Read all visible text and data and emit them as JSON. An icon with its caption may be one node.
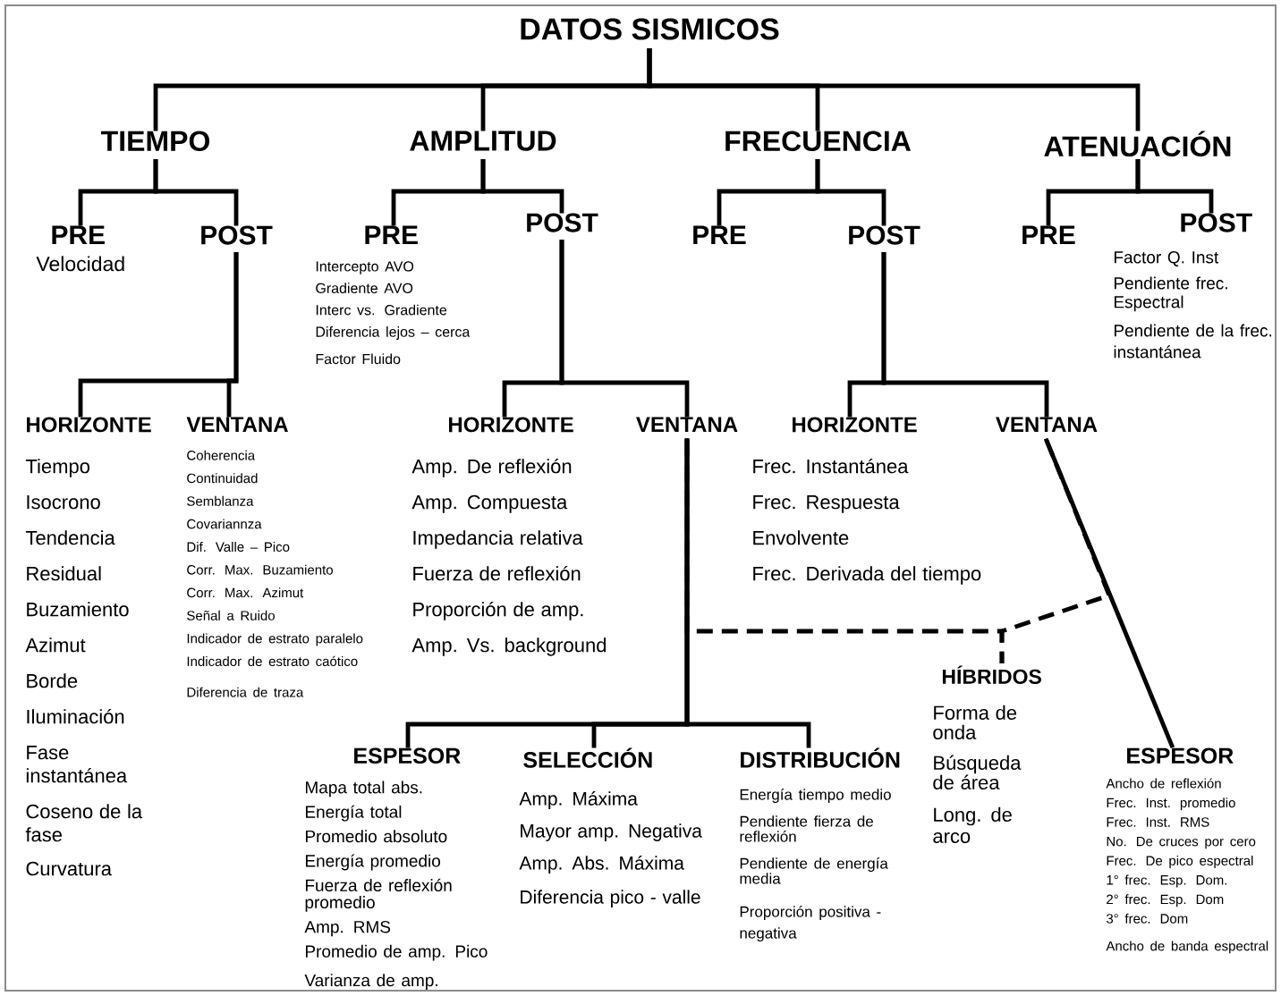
{
  "diagram": {
    "nodes": [
      {
        "text": [
          "DATOS SISMICOS"
        ]
      },
      {
        "text": [
          "TIEMPO"
        ]
      },
      {
        "text": [
          "AMPLITUD"
        ]
      },
      {
        "text": [
          "FRECUENCIA"
        ]
      },
      {
        "text": [
          "ATENUACIÓN"
        ]
      },
      {
        "text": [
          "PRE",
          "Velocidad"
        ]
      },
      {
        "text": [
          "POST"
        ]
      },
      {
        "text": [
          "PRE",
          "Intercepto AVO",
          "Gradiente AVO",
          "Interc vs. Gradiente",
          "Diferencia lejos – cerca",
          "Factor Fluido"
        ]
      },
      {
        "text": [
          "POST"
        ]
      },
      {
        "text": [
          "PRE"
        ]
      },
      {
        "text": [
          "POST"
        ]
      },
      {
        "text": [
          "PRE"
        ]
      },
      {
        "text": [
          "POST",
          "Factor Q. Inst",
          "Pendiente frec. Espectral",
          "Pendiente de la frec. instantánea"
        ]
      },
      {
        "text": [
          "HORIZONTE",
          "Tiempo",
          "Isocrono",
          "Tendencia",
          "Residual",
          "Buzamiento",
          "Azimut",
          "Borde",
          "Iluminación",
          "Fase instantánea",
          "Coseno de la fase",
          "Curvatura"
        ]
      },
      {
        "text": [
          "VENTANA",
          "Coherencia",
          "Continuidad",
          "Semblanza",
          "Covariannza",
          "Dif. Valle – Pico",
          "Corr. Max. Buzamiento",
          "Corr. Max. Azimut",
          "Señal a Ruido",
          "Indicador de estrato paralelo",
          "Indicador de estrato caótico",
          "Diferencia de traza"
        ]
      },
      {
        "text": [
          "HORIZONTE",
          "Amp. De reflexión",
          "Amp. Compuesta",
          "Impedancia relativa",
          "Fuerza de reflexión",
          "Proporción de amp.",
          "Amp. Vs. background"
        ]
      },
      {
        "text": [
          "VENTANA"
        ]
      },
      {
        "text": [
          "HORIZONTE",
          "Frec. Instantánea",
          "Frec. Respuesta",
          "Envolvente",
          "Frec. Derivada del tiempo"
        ]
      },
      {
        "text": [
          "VENTANA"
        ]
      },
      {
        "text": [
          "HÍBRIDOS",
          "Forma de onda",
          "Búsqueda de área",
          "Long. de arco"
        ]
      },
      {
        "text": [
          "ESPESOR",
          "Mapa total abs.",
          "Energía total",
          "Promedio absoluto",
          "Energía promedio",
          "Fuerza de reflexión promedio",
          "Amp. RMS",
          "Promedio de amp. Pico",
          "Varianza de amp."
        ]
      },
      {
        "text": [
          "SELECCIÓN",
          "Amp. Máxima",
          "Mayor amp. Negativa",
          "Amp. Abs. Máxima",
          "Diferencia pico - valle"
        ]
      },
      {
        "text": [
          "DISTRIBUCIÓN",
          "Energía tiempo medio",
          "Pendiente fierza de reflexión",
          "Pendiente de energía media",
          "Proporción positiva - negativa"
        ]
      },
      {
        "text": [
          "ESPESOR",
          "Ancho de reflexión",
          "Frec. Inst. promedio",
          "Frec. Inst. RMS",
          "No. De cruces por cero",
          "Frec. De pico espectral",
          "1° frec. Esp. Dom.",
          "2° frec. Esp. Dom",
          "3° frec. Dom",
          "Ancho de banda espectral"
        ]
      }
    ],
    "edges": [
      {
        "from": 0,
        "to": 1,
        "arrow": "none"
      },
      {
        "from": 0,
        "to": 2,
        "arrow": "none"
      },
      {
        "from": 0,
        "to": 3,
        "arrow": "none"
      },
      {
        "from": 0,
        "to": 4,
        "arrow": "none"
      },
      {
        "from": 1,
        "to": 5,
        "arrow": "none"
      },
      {
        "from": 1,
        "to": 6,
        "arrow": "none"
      },
      {
        "from": 2,
        "to": 7,
        "arrow": "none"
      },
      {
        "from": 2,
        "to": 8,
        "arrow": "none"
      },
      {
        "from": 3,
        "to": 9,
        "arrow": "none"
      },
      {
        "from": 3,
        "to": 10,
        "arrow": "none"
      },
      {
        "from": 4,
        "to": 11,
        "arrow": "none"
      },
      {
        "from": 4,
        "to": 12,
        "arrow": "none"
      },
      {
        "from": 6,
        "to": 13,
        "arrow": "none"
      },
      {
        "from": 6,
        "to": 14,
        "arrow": "none"
      },
      {
        "from": 8,
        "to": 15,
        "arrow": "none"
      },
      {
        "from": 8,
        "to": 16,
        "arrow": "none"
      },
      {
        "from": 10,
        "to": 17,
        "arrow": "none"
      },
      {
        "from": 10,
        "to": 18,
        "arrow": "none"
      },
      {
        "from": 16,
        "to": 20,
        "arrow": "none"
      },
      {
        "from": 16,
        "to": 21,
        "arrow": "none"
      },
      {
        "from": 16,
        "to": 22,
        "arrow": "none"
      },
      {
        "from": 18,
        "to": 23,
        "arrow": "none"
      },
      {
        "from": 16,
        "to": 19,
        "arrow": "none",
        "style": "dashed"
      },
      {
        "from": 18,
        "to": 19,
        "arrow": "none",
        "style": "dashed"
      }
    ]
  }
}
